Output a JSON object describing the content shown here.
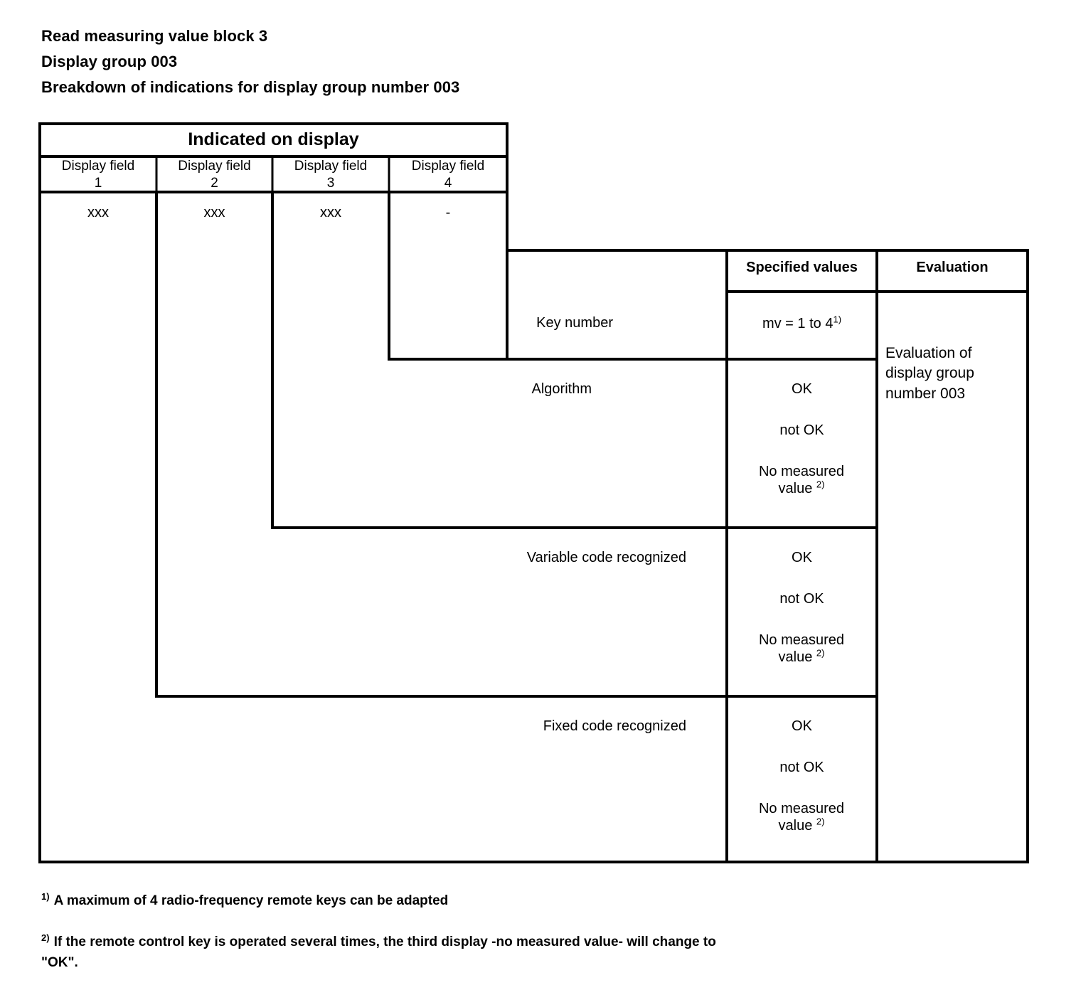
{
  "document": {
    "title_line1": "Read measuring value block 3",
    "title_line2": "Display group 003",
    "title_line3": "Breakdown of indications for display group number 003"
  },
  "table": {
    "display_header": "Indicated on display",
    "display_fields": [
      {
        "label": "Display field",
        "number": "1",
        "value": "xxx"
      },
      {
        "label": "Display field",
        "number": "2",
        "value": "xxx"
      },
      {
        "label": "Display field",
        "number": "3",
        "value": "xxx"
      },
      {
        "label": "Display field",
        "number": "4",
        "value": "-"
      }
    ],
    "column_headers": {
      "specified_values": "Specified values",
      "evaluation": "Evaluation"
    },
    "evaluation_text": "Evaluation of display group number 003",
    "rows": [
      {
        "label": "Key number",
        "values": [
          "mv = 1 to 4"
        ],
        "value_superscripts": [
          "1)"
        ]
      },
      {
        "label": "Algorithm",
        "values": [
          "OK",
          "not OK",
          "No measured value"
        ],
        "value_superscripts": [
          "",
          "",
          "2)"
        ]
      },
      {
        "label": "Variable code recognized",
        "values": [
          "OK",
          "not OK",
          "No measured value"
        ],
        "value_superscripts": [
          "",
          "",
          "2)"
        ]
      },
      {
        "label": "Fixed code recognized",
        "values": [
          "OK",
          "not OK",
          "No measured value"
        ],
        "value_superscripts": [
          "",
          "",
          "2)"
        ]
      }
    ]
  },
  "footnotes": [
    {
      "mark": "1)",
      "text": "A maximum of 4 radio-frequency remote keys can be adapted"
    },
    {
      "mark": "2)",
      "text": "If the remote control key is operated several times, the third display -no measured value- will change to \"OK\"."
    }
  ],
  "colors": {
    "ink": "#000000",
    "paper": "#ffffff"
  }
}
